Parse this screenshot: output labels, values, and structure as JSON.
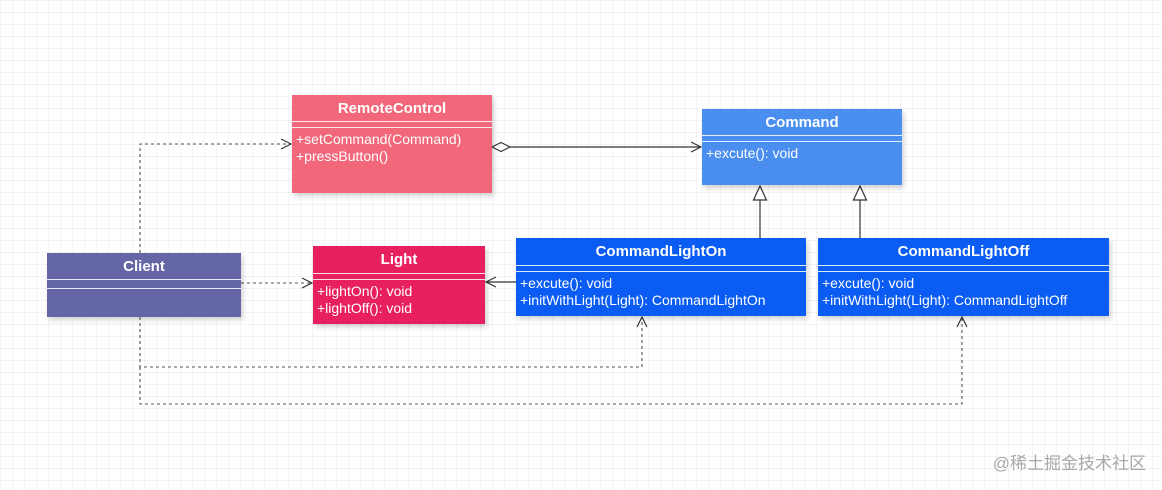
{
  "classes": {
    "remote_control": {
      "name": "RemoteControl",
      "operations": [
        "+setCommand(Command)",
        "+pressButton()"
      ]
    },
    "command": {
      "name": "Command",
      "operations": [
        "+excute(): void"
      ]
    },
    "light": {
      "name": "Light",
      "operations": [
        "+lightOn(): void",
        "+lightOff(): void"
      ]
    },
    "command_light_on": {
      "name": "CommandLightOn",
      "operations": [
        "+excute(): void",
        "+initWithLight(Light): CommandLightOn"
      ]
    },
    "command_light_off": {
      "name": "CommandLightOff",
      "operations": [
        "+excute(): void",
        "+initWithLight(Light): CommandLightOff"
      ]
    },
    "client": {
      "name": "Client",
      "operations": []
    }
  },
  "watermark": "@稀土掘金技术社区",
  "colors": {
    "remote_control": "#f2677a",
    "command": "#4a8ef0",
    "light": "#e82060",
    "command_impl": "#0a5cf2",
    "client": "#6466a6",
    "connector": "#333333",
    "dependency": "#555555"
  }
}
